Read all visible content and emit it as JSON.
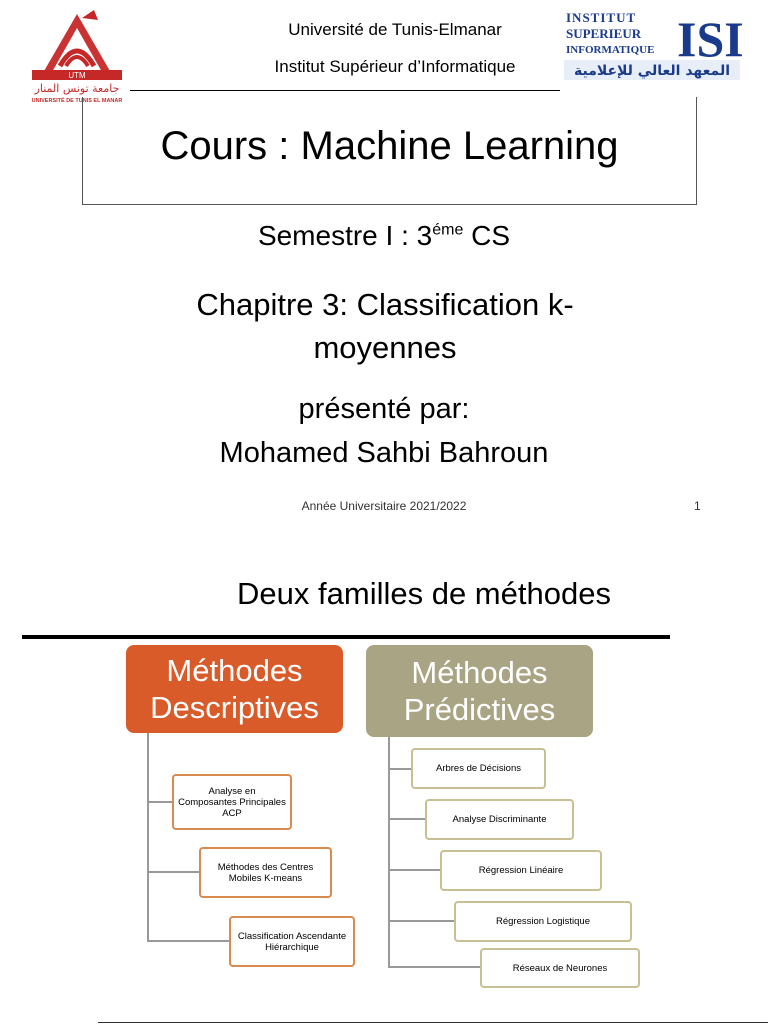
{
  "header": {
    "university": "Université de Tunis-Elmanar",
    "institute": "Institut Supérieur d’Informatique",
    "logo_left": {
      "icon": "utm-university-logo",
      "acronym": "UTM",
      "arabic": "جامعة تونس المنار",
      "caption": "UNIVERSITÉ DE TUNIS EL MANAR",
      "color_primary": "#c62828"
    },
    "logo_right": {
      "icon": "isi-institute-logo",
      "lines": [
        "INSTITUT",
        "SUPERIEUR",
        "INFORMATIQUE"
      ],
      "acronym": "ISI",
      "arabic": "المعهد العالي للإعلامية",
      "color_primary": "#1a3a8c"
    }
  },
  "slide1": {
    "title": "Cours : Machine Learning",
    "semestre_prefix": "Semestre I : 3",
    "semestre_sup": "éme",
    "semestre_suffix": " CS",
    "chapitre": "Chapitre 3: Classification k-moyennes",
    "presente": "présenté par:",
    "author": "Mohamed Sahbi Bahroun",
    "annee": "Année Universitaire 2021/2022",
    "page": "1"
  },
  "slide2": {
    "title": "Deux familles de méthodes",
    "descriptive": {
      "title": "Méthodes Descriptives",
      "color": "#d95b2a",
      "items": [
        "Analyse en Composantes Principales ACP",
        "Méthodes des Centres Mobiles K-means",
        "Classification Ascendante Hiérarchique"
      ]
    },
    "predictive": {
      "title": "Méthodes Prédictives",
      "color": "#a9a483",
      "items": [
        "Arbres de Décisions",
        "Analyse Discriminante",
        "Régression Linéaire",
        "Régression Logistique",
        "Réseaux de Neurones"
      ]
    }
  }
}
